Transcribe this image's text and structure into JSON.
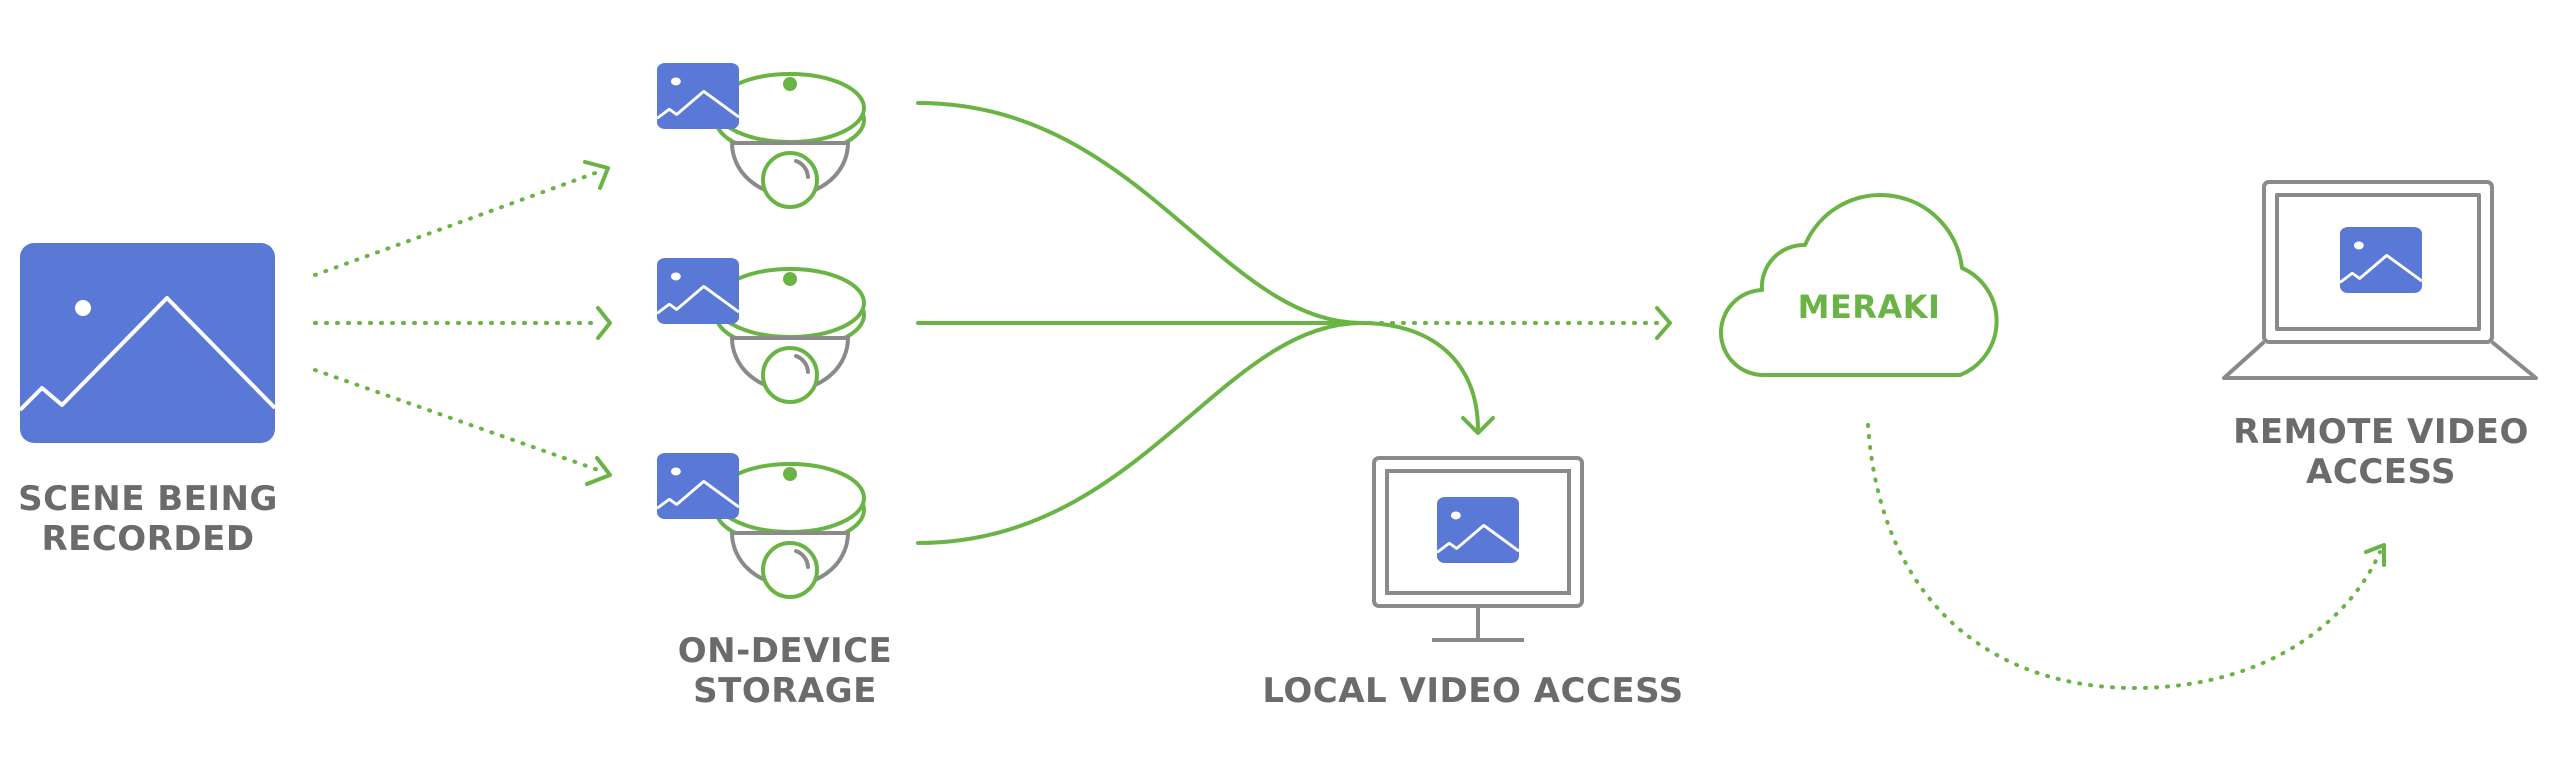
{
  "colors": {
    "green": "#6ab445",
    "blue": "#5a79d6",
    "gray": "#8a8a8a",
    "text": "#6b6b6b",
    "background": "#ffffff"
  },
  "labels": {
    "scene_line1": "SCENE BEING",
    "scene_line2": "RECORDED",
    "storage_line1": "ON-DEVICE",
    "storage_line2": "STORAGE",
    "local_access": "LOCAL VIDEO ACCESS",
    "cloud": "MERAKI",
    "remote_line1": "REMOTE VIDEO",
    "remote_line2": "ACCESS"
  },
  "icons": {
    "scene": "image-icon",
    "cameras": [
      "dome-camera-icon",
      "dome-camera-icon",
      "dome-camera-icon"
    ],
    "monitor": "desktop-monitor-icon",
    "cloud": "cloud-icon",
    "laptop": "laptop-icon"
  }
}
